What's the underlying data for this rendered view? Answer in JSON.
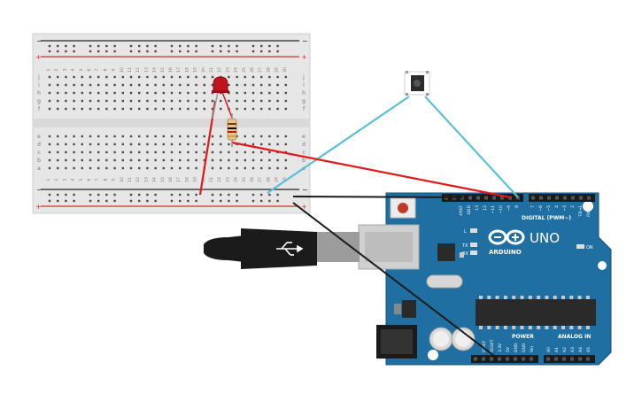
{
  "breadboard": {
    "plus_sign": "+",
    "minus_sign": "−",
    "column_numbers": [
      "1",
      "2",
      "3",
      "4",
      "5",
      "6",
      "7",
      "8",
      "9",
      "10",
      "11",
      "12",
      "13",
      "14",
      "15",
      "16",
      "17",
      "18",
      "19",
      "20",
      "21",
      "22",
      "23",
      "24",
      "25",
      "26",
      "27",
      "28",
      "29",
      "30"
    ],
    "upper_rows": [
      "j",
      "i",
      "h",
      "g",
      "f"
    ],
    "lower_rows": [
      "e",
      "d",
      "c",
      "b",
      "a"
    ],
    "colors": {
      "body": "#e8e8e8",
      "rail_red": "#d32f2f",
      "rail_black": "#222222"
    }
  },
  "arduino": {
    "brand": "ARDUINO",
    "model": "UNO",
    "digital_label": "DIGITAL (PWM~)",
    "analog_label": "ANALOG IN",
    "power_label": "POWER",
    "on_label": "ON",
    "l_label": "L",
    "tx_label": "TX",
    "rx_label": "RX",
    "top_pins": [
      "AREF",
      "GND",
      "13",
      "12",
      "~11",
      "~10",
      "~9",
      "8"
    ],
    "top_pins_right": [
      "7",
      "~6",
      "~5",
      "4",
      "~3",
      "2",
      "TX→1",
      "RX←0"
    ],
    "power_pins": [
      "IOREF",
      "RESET",
      "3.3V",
      "5V",
      "GND",
      "GND",
      "Vin"
    ],
    "analog_pins": [
      "A0",
      "A1",
      "A2",
      "A3",
      "A4",
      "A5"
    ],
    "colors": {
      "board": "#1f6fa3",
      "dark": "#17557e",
      "text": "#ffffff"
    }
  },
  "wires": {
    "colors": {
      "red": "#e0191c",
      "black": "#1b1b1b",
      "cyan": "#5bc0d6"
    }
  },
  "components": {
    "led_color": "#c0151b",
    "resistor_color": "#e7c48d",
    "button_color": "#2b2b2b"
  }
}
